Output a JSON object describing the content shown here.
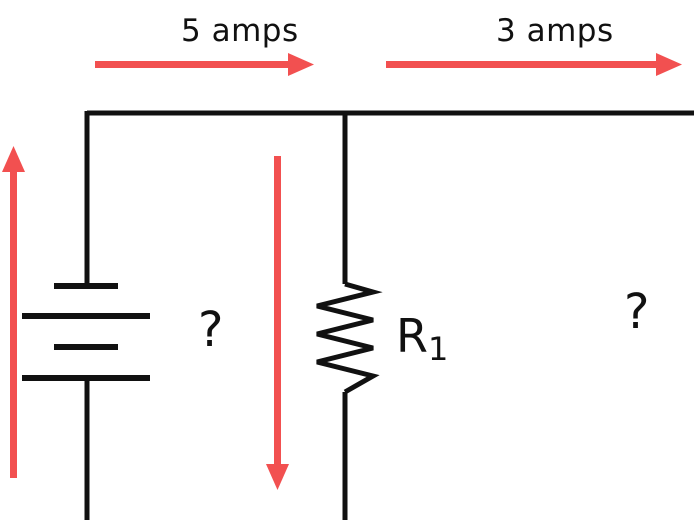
{
  "labels": {
    "current_left": "5 amps",
    "current_right": "3 amps",
    "unknown_battery": "?",
    "unknown_right": "?",
    "resistor_letter": "R",
    "resistor_subscript": "1"
  },
  "colors": {
    "wire": "#111111",
    "arrow": "#f25050",
    "background": "#ffffff"
  }
}
